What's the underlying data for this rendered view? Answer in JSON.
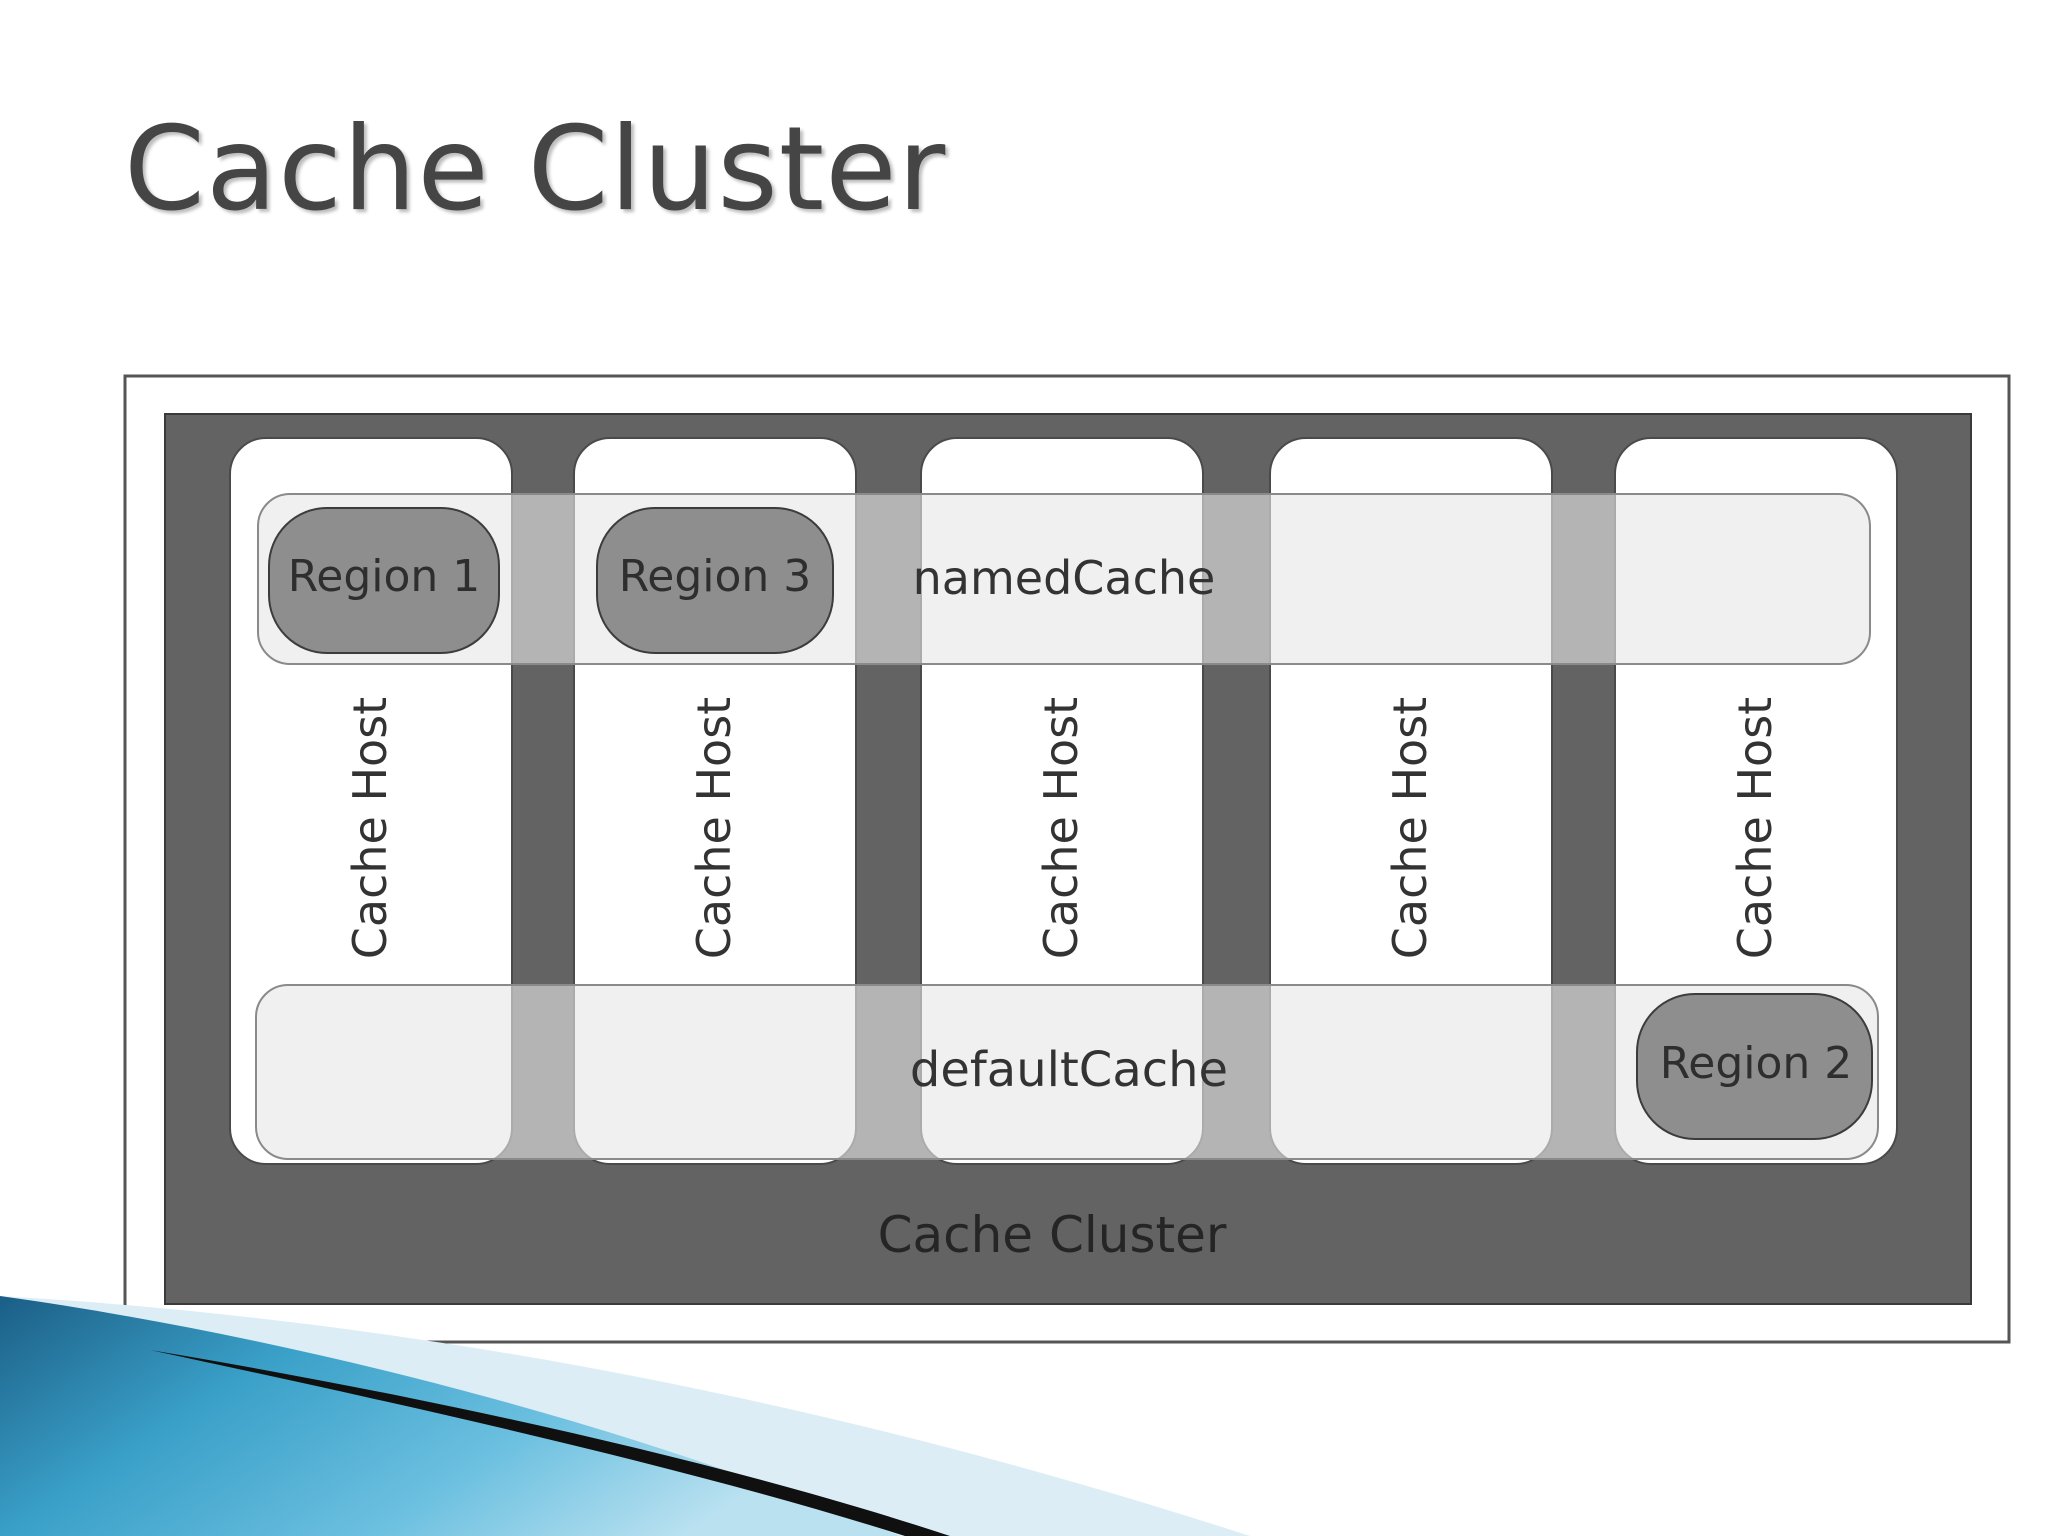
{
  "slide": {
    "title": "Cache Cluster"
  },
  "diagram": {
    "cluster_label": "Cache Cluster",
    "hosts": [
      {
        "label": "Cache Host"
      },
      {
        "label": "Cache Host"
      },
      {
        "label": "Cache Host"
      },
      {
        "label": "Cache Host"
      },
      {
        "label": "Cache Host"
      }
    ],
    "named_cache": {
      "label": "namedCache",
      "regions": [
        {
          "label": "Region 1"
        },
        {
          "label": "Region 3"
        }
      ]
    },
    "default_cache": {
      "label": "defaultCache",
      "regions": [
        {
          "label": "Region 2"
        }
      ]
    }
  },
  "colors": {
    "cluster_fill": "#636363",
    "host_fill": "#ffffff",
    "band_fill": "#e6e6e6",
    "region_fill": "#8e8e8e",
    "title_text": "#454545",
    "accent_blue": "#3aa0c8"
  }
}
